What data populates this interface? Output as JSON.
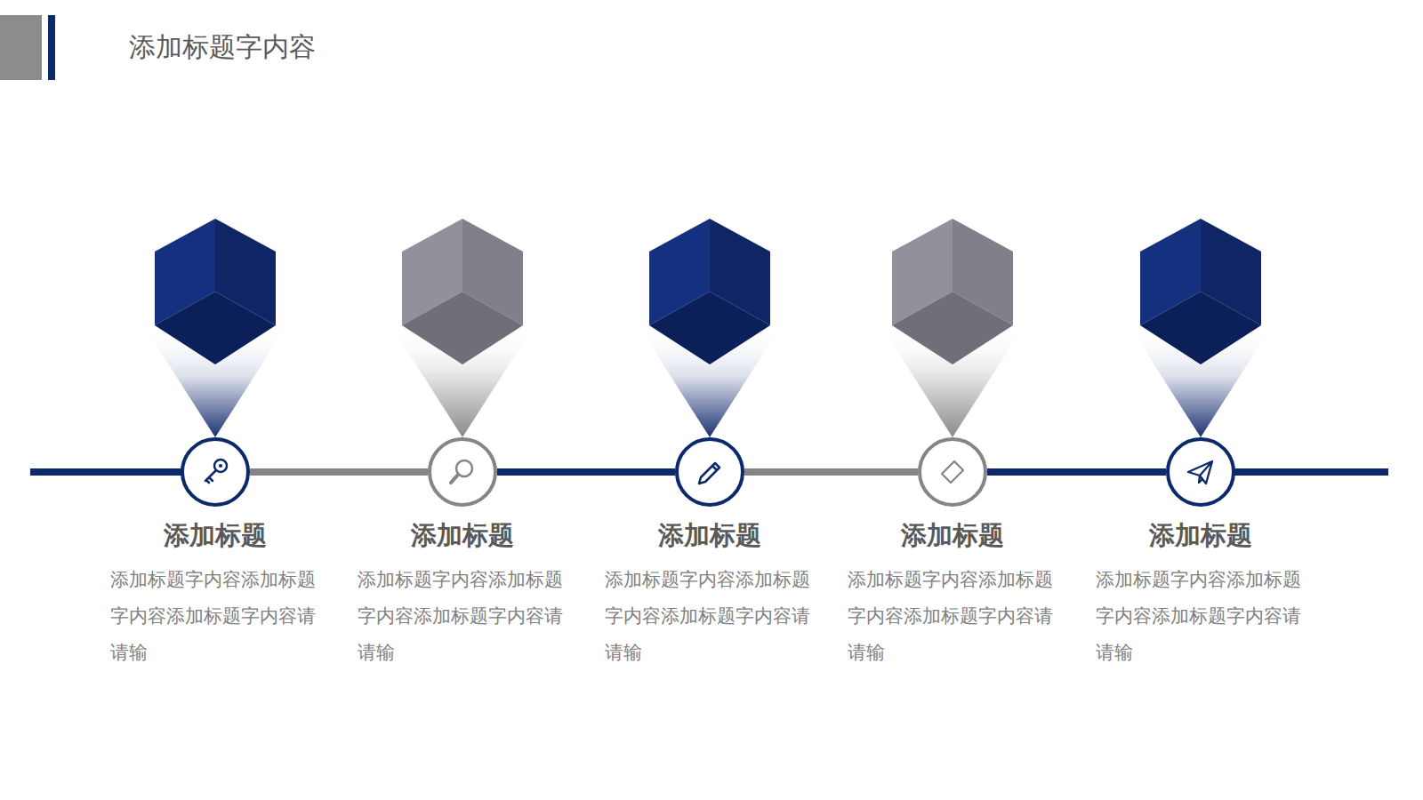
{
  "diagram": {
    "title": "添加标题字内容",
    "nodes": [
      {
        "text": [
          "添加标题",
          "添加标题字内容添加标题字内容添加标题字内容请请输"
        ]
      },
      {
        "text": [
          "添加标题",
          "添加标题字内容添加标题字内容添加标题字内容请请输"
        ]
      },
      {
        "text": [
          "添加标题",
          "添加标题字内容添加标题字内容添加标题字内容请请输"
        ]
      },
      {
        "text": [
          "添加标题",
          "添加标题字内容添加标题字内容添加标题字内容请请输"
        ]
      },
      {
        "text": [
          "添加标题",
          "添加标题字内容添加标题字内容添加标题字内容请请输"
        ]
      }
    ],
    "edges": [
      {
        "from": 0,
        "to": 1,
        "arrow": "none"
      },
      {
        "from": 1,
        "to": 2,
        "arrow": "none"
      },
      {
        "from": 2,
        "to": 3,
        "arrow": "none"
      },
      {
        "from": 3,
        "to": 4,
        "arrow": "none"
      }
    ],
    "labels": [
      "https://ppt.pkll.de"
    ]
  }
}
